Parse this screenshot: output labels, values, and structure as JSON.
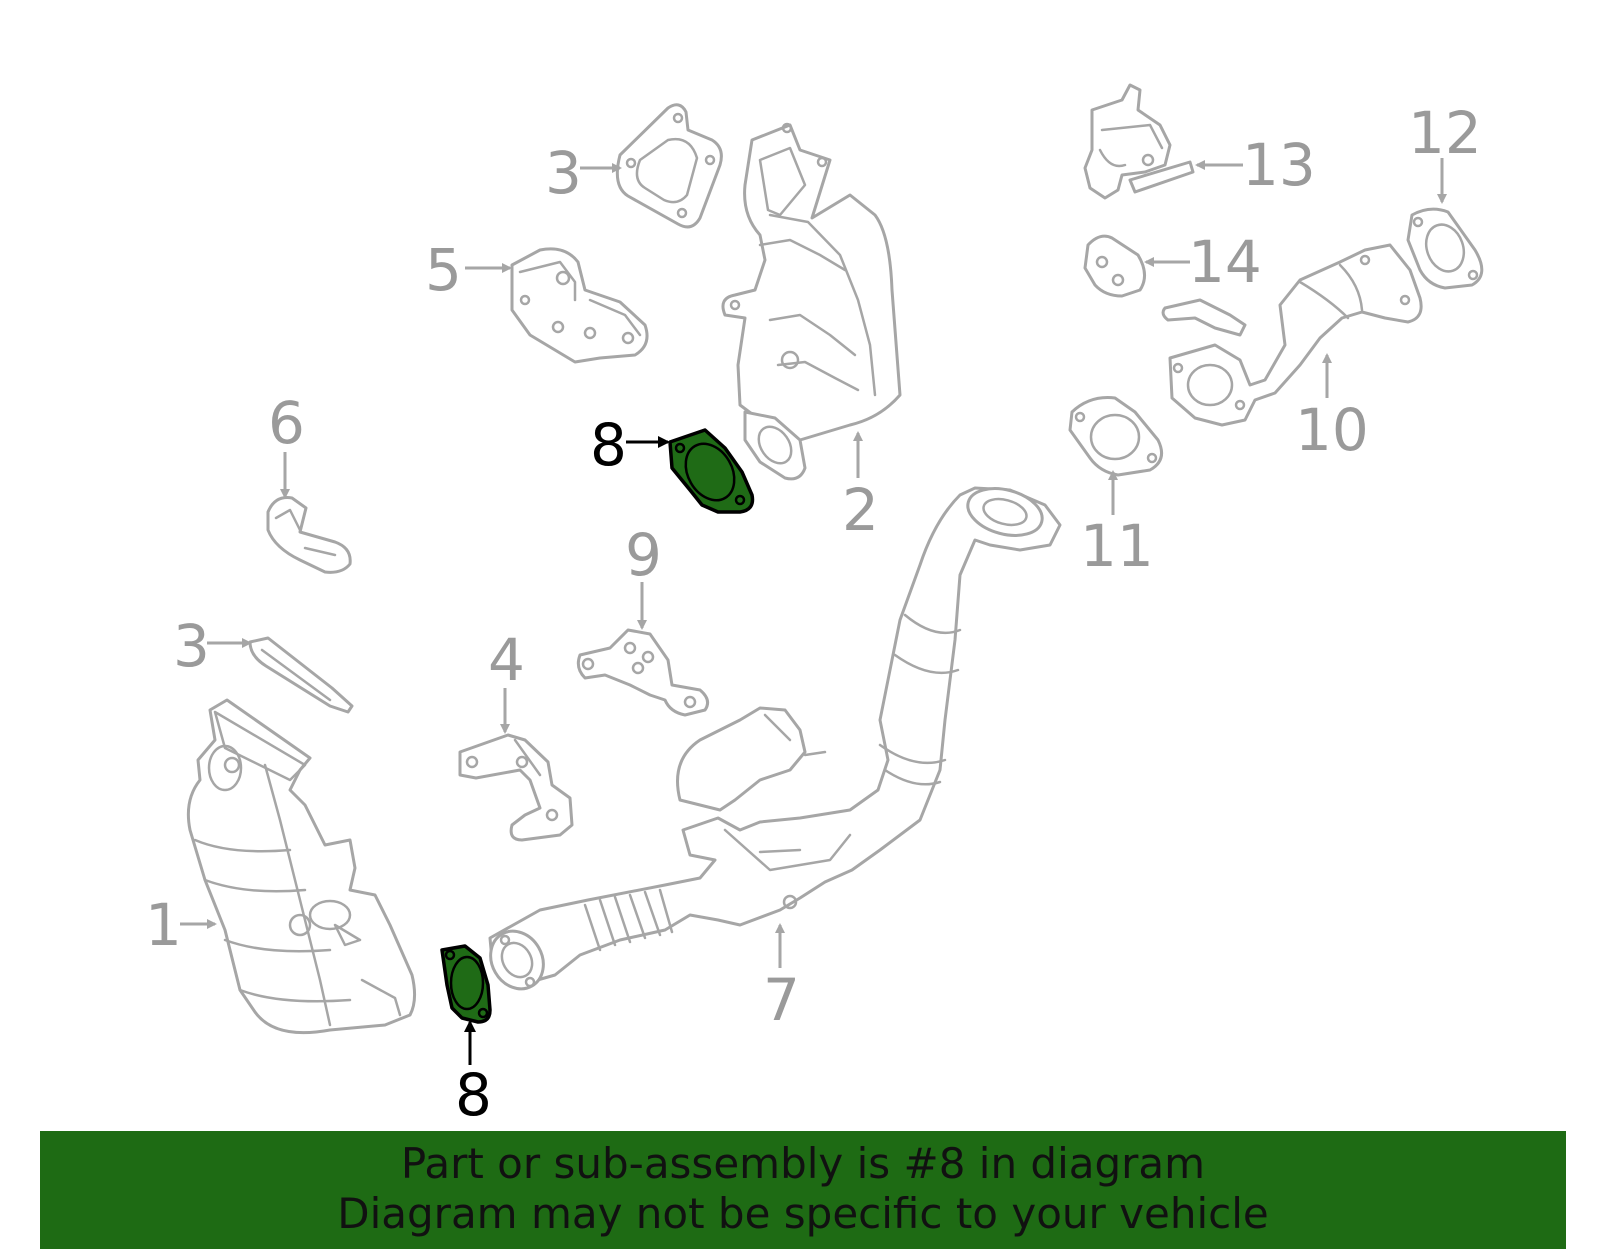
{
  "callouts": {
    "c1": "1",
    "c2": "2",
    "c3a": "3",
    "c3b": "3",
    "c4": "4",
    "c5": "5",
    "c6": "6",
    "c7": "7",
    "c8a": "8",
    "c8b": "8",
    "c9": "9",
    "c10": "10",
    "c11": "11",
    "c12": "12",
    "c13": "13",
    "c14": "14"
  },
  "highlighted_part": "8",
  "colors": {
    "highlight_fill": "#1f6b16",
    "banner_background": "#1e6b14",
    "part_outline": "#a6a6a6"
  },
  "banner": {
    "line1": "Part or sub-assembly is #8 in diagram",
    "line2": "Diagram may not be specific to your vehicle"
  }
}
